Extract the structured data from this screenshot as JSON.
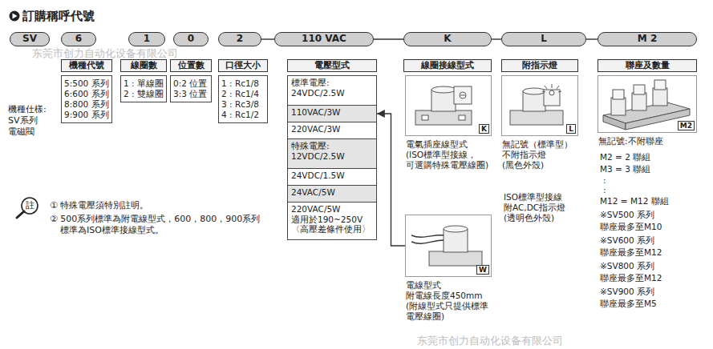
{
  "diagram": {
    "title": "訂購稱呼代號",
    "nodes": [
      {
        "text": [
          "SV"
        ]
      },
      {
        "text": [
          "6"
        ]
      },
      {
        "text": [
          "1"
        ]
      },
      {
        "text": [
          "0"
        ]
      },
      {
        "text": [
          "2"
        ]
      },
      {
        "text": [
          "110 VAC"
        ]
      },
      {
        "text": [
          "K"
        ]
      },
      {
        "text": [
          "L"
        ]
      },
      {
        "text": [
          "M 2"
        ]
      },
      {
        "text": [
          "機種代號"
        ]
      },
      {
        "text": [
          "線圈數"
        ]
      },
      {
        "text": [
          "位置數"
        ]
      },
      {
        "text": [
          "口徑大小"
        ]
      },
      {
        "text": [
          "電壓型式"
        ]
      },
      {
        "text": [
          "線圈接線型式"
        ]
      },
      {
        "text": [
          "附指示燈"
        ]
      },
      {
        "text": [
          "聯座及數量"
        ]
      },
      {
        "text": [
          "5:500 系列 6:600 系列 8:800 系列 9:900 系列"
        ]
      },
      {
        "text": [
          "1 : 單線圈 2 : 雙線圈"
        ]
      },
      {
        "text": [
          "0:2 位置 3:3 位置"
        ]
      },
      {
        "text": [
          "1 : Rc1/8 2 : Rc1/4 3 : Rc3/8 4 : Rc1/2"
        ]
      },
      {
        "text": [
          "標準電壓: 24VDC/2.5W"
        ]
      },
      {
        "text": [
          "110VAC/3W"
        ]
      },
      {
        "text": [
          "220VAC/3W"
        ]
      },
      {
        "text": [
          "特殊電壓: 12VDC/2.5W"
        ]
      },
      {
        "text": [
          "24VDC/1.5W"
        ]
      },
      {
        "text": [
          "24VAC/5W"
        ]
      },
      {
        "text": [
          "220VAC/5W 適用於190~250V 〈高壓差條件使用〉"
        ]
      },
      {
        "text": [
          "K",
          "電氣插座線型式 (ISO標準型接線， 可選購特殊電壓線圈)"
        ]
      },
      {
        "text": [
          "W",
          "電線型式 附電線長度450mm (附線型式只提供標準電壓線圈)"
        ]
      },
      {
        "text": [
          "L",
          "無記號（標準型） 不附指示燈 (黑色外殼)"
        ]
      },
      {
        "text": [
          "M2",
          "無記號:不附聯座"
        ]
      }
    ],
    "edges": [
      {
        "from": 4,
        "to": 5,
        "arrow": "none"
      },
      {
        "from": 5,
        "to": 6,
        "arrow": "none"
      },
      {
        "from": 6,
        "to": 7,
        "arrow": "none"
      },
      {
        "from": 7,
        "to": 8,
        "arrow": "none"
      },
      {
        "from": 29,
        "to": 22,
        "arrow": "to"
      }
    ],
    "labels": [
      "东莞市创力自动化设备有限公司",
      "機種仕樣: SV系列 電磁閥",
      "註",
      "① 特殊電壓須特別註明。",
      "② 500系列標準為附電線型式，600，800，900系列 標準為ISO標準接線型式。",
      "ISO標準型接線 附AC,DC指示燈 (透明色外殼)",
      "M2 = 2 聯組",
      "M3 = 3 聯組",
      ":",
      ":",
      "M12 = M12 聯組",
      "※SV500 系列",
      "聯座最多至M10",
      "※SV600 系列",
      "聯座最多至M12",
      "※SV800 系列",
      "聯座最多至M12",
      "※SV900 系列",
      "聯座最多至M5",
      "东莞市创力自动化设备有限公司"
    ]
  }
}
